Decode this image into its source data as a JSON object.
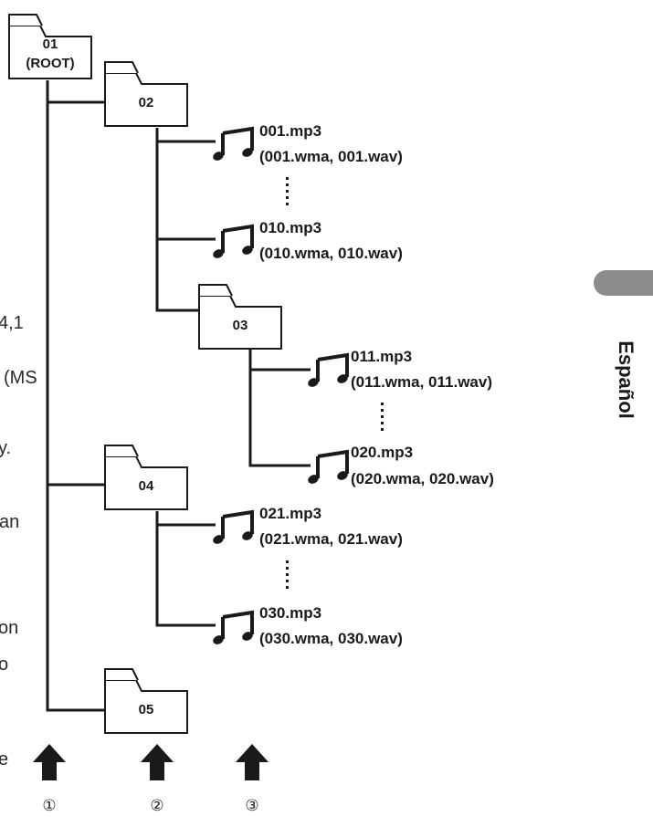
{
  "folders": {
    "root_number": "01",
    "root_sub": "(ROOT)",
    "f02": "02",
    "f03": "03",
    "f04": "04",
    "f05": "05"
  },
  "files": [
    {
      "name": "001.mp3",
      "alt": "(001.wma, 001.wav)"
    },
    {
      "name": "010.mp3",
      "alt": "(010.wma, 010.wav)"
    },
    {
      "name": "011.mp3",
      "alt": "(011.wma, 011.wav)"
    },
    {
      "name": "020.mp3",
      "alt": "(020.wma, 020.wav)"
    },
    {
      "name": "021.mp3",
      "alt": "(021.wma, 021.wav)"
    },
    {
      "name": "030.mp3",
      "alt": "(030.wma, 030.wav)"
    }
  ],
  "levels": [
    "①",
    "②",
    "③"
  ],
  "side_tab": {
    "label": "Español",
    "color": "#8c8c8c"
  },
  "left_fragments": [
    "4,1",
    "(MS",
    "y.",
    "an",
    "on",
    "o",
    "e"
  ],
  "icons": {
    "folder": "folder-icon",
    "file": "music-note-icon",
    "arrow": "up-arrow-icon",
    "ellipsis": "vertical-ellipsis"
  }
}
